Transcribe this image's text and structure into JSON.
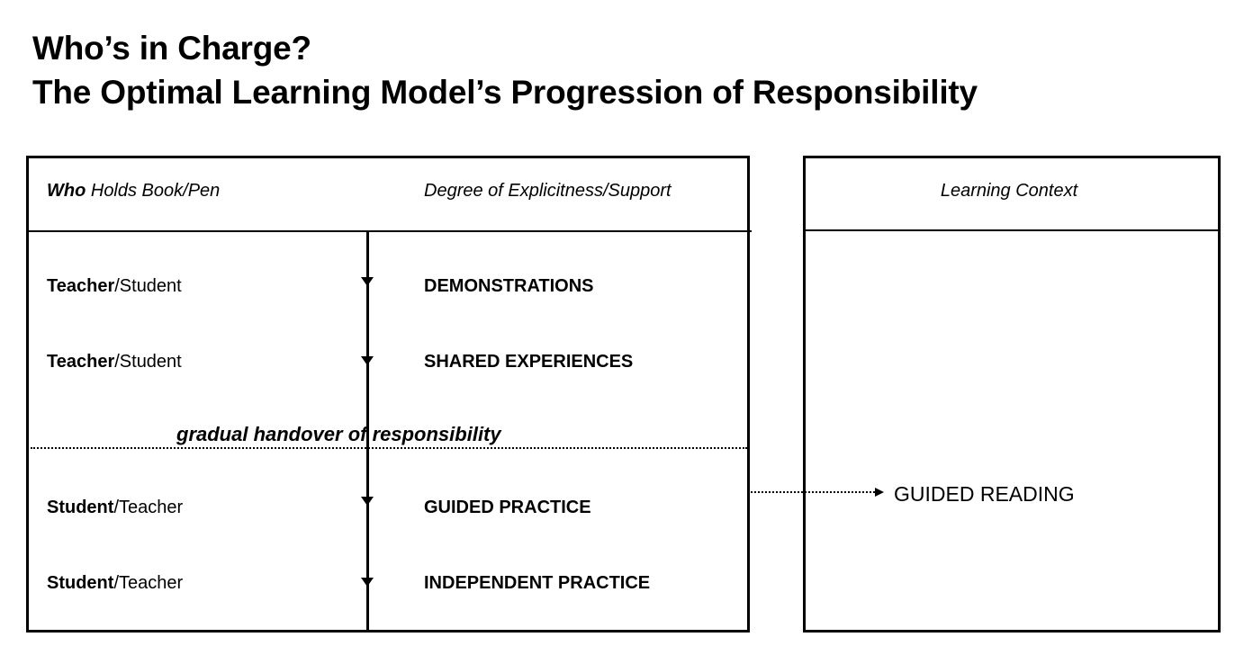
{
  "title": {
    "line1": "Who’s in Charge?",
    "line2": "The Optimal Learning Model’s Progression of Responsibility"
  },
  "left_table": {
    "header_who_bold": "Who",
    "header_who_rest": " Holds Book/Pen",
    "header_degree": "Degree of Explicitness/Support",
    "rows": [
      {
        "who_bold": "Teacher",
        "who_rest": "/Student",
        "degree": "DEMONSTRATIONS"
      },
      {
        "who_bold": "Teacher",
        "who_rest": "/Student",
        "degree": "SHARED EXPERIENCES"
      },
      {
        "who_bold": "Student",
        "who_rest": "/Teacher",
        "degree": "GUIDED PRACTICE"
      },
      {
        "who_bold": "Student",
        "who_rest": "/Teacher",
        "degree": "INDEPENDENT PRACTICE"
      }
    ],
    "handover_label": "gradual handover of responsibility"
  },
  "right_table": {
    "header": "Learning Context",
    "item": "GUIDED READING"
  }
}
